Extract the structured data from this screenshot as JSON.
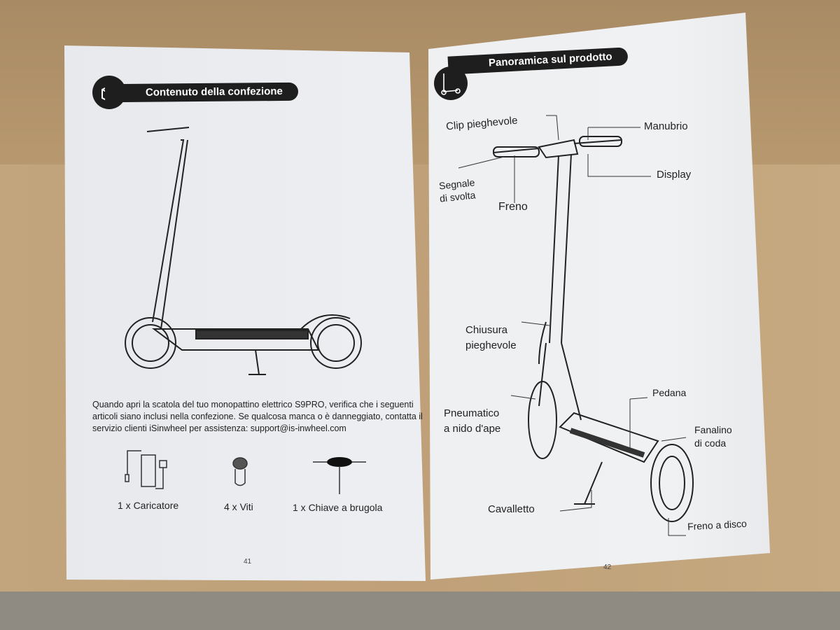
{
  "left_page": {
    "header": "Contenuto della confezione",
    "header_icon": "box-icon",
    "paragraph": "Quando apri la scatola del tuo monopattino elettrico S9PRO, verifica che i seguenti articoli siano inclusi nella confezione. Se qualcosa manca o è danneggiato, contatta il servizio clienti iSinwheel per assistenza: support@is-inwheel.com",
    "items": [
      {
        "label": "1 x Caricatore",
        "icon": "charger-icon"
      },
      {
        "label": "4 x Viti",
        "icon": "screw-icon"
      },
      {
        "label": "1 x Chiave a brugola",
        "icon": "hex-key-icon"
      }
    ],
    "page_number": "41"
  },
  "right_page": {
    "header": "Panoramica sul prodotto",
    "header_icon": "scooter-icon",
    "labels": {
      "clip": "Clip pieghevole",
      "handlebar": "Manubrio",
      "display": "Display",
      "turn_signal_1": "Segnale",
      "turn_signal_2": "di svolta",
      "brake": "Freno",
      "folding_lock_1": "Chiusura",
      "folding_lock_2": "pieghevole",
      "tire_1": "Pneumatico",
      "tire_2": "a nido d'ape",
      "deck": "Pedana",
      "taillight_1": "Fanalino",
      "taillight_2": "di coda",
      "kickstand": "Cavalletto",
      "disc_brake": "Freno a disco"
    },
    "page_number": "42"
  }
}
